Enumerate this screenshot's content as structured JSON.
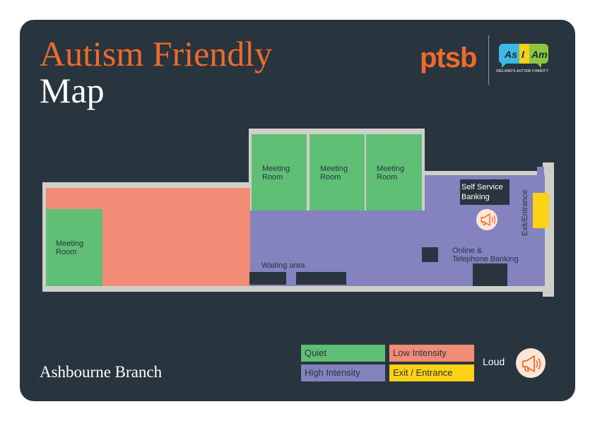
{
  "header": {
    "title_line1": "Autism Friendly",
    "title_line2": "Map",
    "logo_ptsb": "ptsb",
    "logo_asiam": {
      "as": "As",
      "i": "I",
      "am": "Am",
      "tagline": "IRELAND'S AUTISM CHARITY"
    }
  },
  "branch_name": "Ashbourne Branch",
  "colors": {
    "background": "#28353e",
    "quiet": "#5fbf75",
    "low_intensity": "#f28c77",
    "high_intensity": "#8482bf",
    "exit_entrance": "#fcd116",
    "wall": "#cfcfc9",
    "furniture": "#28353e",
    "accent": "#ef6a2a"
  },
  "map": {
    "meeting_room_labels": [
      "Meeting Room",
      "Meeting Room",
      "Meeting Room",
      "Meeting Room"
    ],
    "self_service_label": [
      "Self Service",
      "Banking"
    ],
    "exit_label": "Exit/Entrance",
    "waiting_label": "Waiting area",
    "online_label": [
      "Online &",
      "Telephone Banking"
    ],
    "loud_icon": "megaphone-icon"
  },
  "legend": {
    "quiet": "Quiet",
    "low_intensity": "Low Intensity",
    "high_intensity": "High Intensity",
    "exit_entrance": "Exit / Entrance",
    "loud": "Loud"
  }
}
